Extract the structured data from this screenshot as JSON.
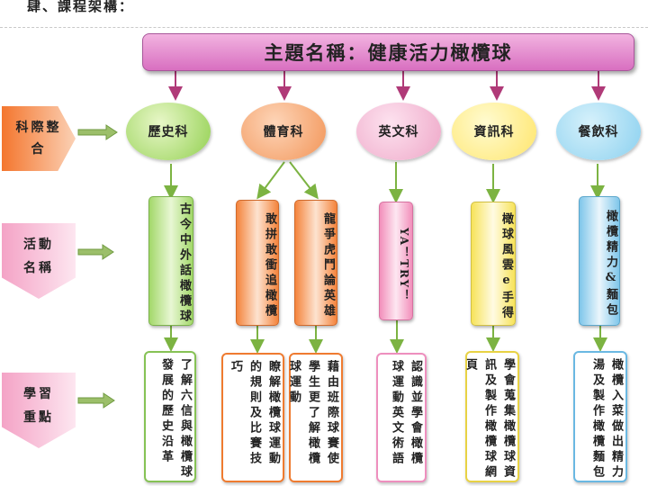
{
  "heading": "肆、課程架構：",
  "banner": "主題名稱：健康活力橄欖球",
  "row_labels": {
    "integration": "科際整合",
    "activity": "活動名稱",
    "focus": "學習重點"
  },
  "subjects": [
    "歷史科",
    "體育科",
    "英文科",
    "資訊科",
    "餐飲科"
  ],
  "activities": {
    "history": "古今中外話橄欖球",
    "pe_1": "敢拼敢衝追橄欖",
    "pe_2": "龍爭虎鬥論英雄",
    "english": "YA！TRY！",
    "it": "橄球風雲e手得",
    "food": "橄欖精力&麵包"
  },
  "focus": {
    "history": "了解六信與橄欖球發展的歷史沿革",
    "pe_1": "瞭解橄欖球運動的規則及比賽技巧",
    "pe_2": "藉由班際球賽使學生更了解橄欖球運動",
    "english": "認識並學會橄欖球運動英文術語",
    "it": "學會蒐集橄欖球資訊及製作橄欖球網頁",
    "food": "橄欖入菜做出精力湯及製作橄欖麵包"
  },
  "colors": {
    "banner": "#e08ac8",
    "history": "#92d050",
    "pe": "#f29457",
    "english": "#eea6c7",
    "it": "#ffe56a",
    "food": "#8ad0ef",
    "connector_pink": "#b03a78",
    "connector_green": "#7cb342"
  }
}
